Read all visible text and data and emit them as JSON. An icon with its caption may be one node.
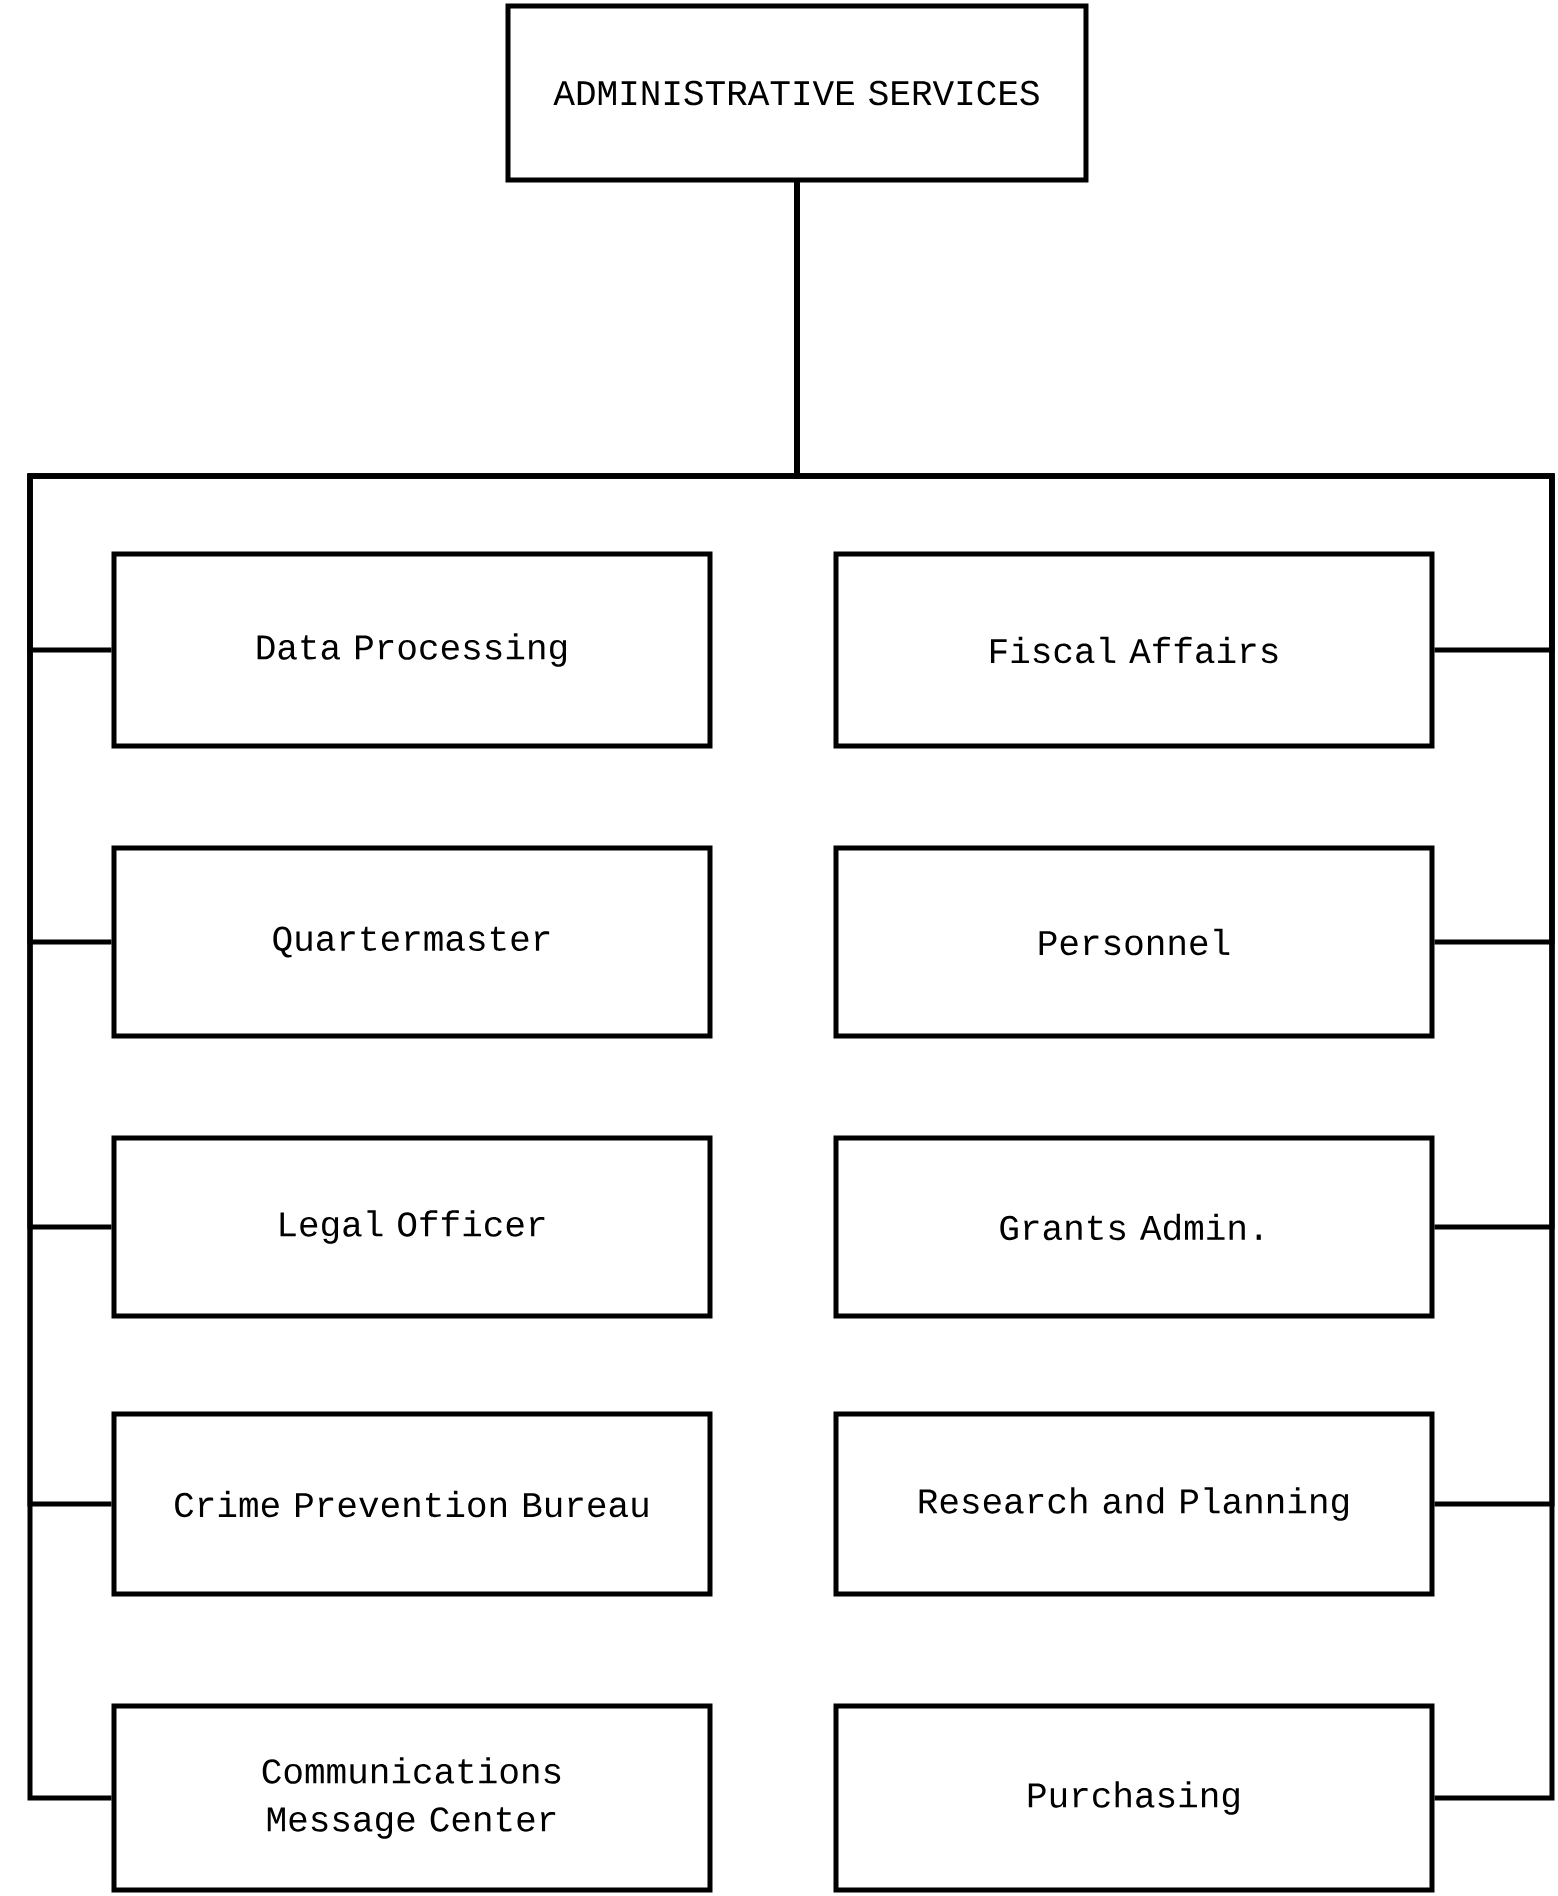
{
  "diagram": {
    "nodes": [
      {
        "text": [
          "ADMINISTRATIVE SERVICES"
        ]
      },
      {
        "text": [
          "Data Processing"
        ]
      },
      {
        "text": [
          "Fiscal Affairs"
        ]
      },
      {
        "text": [
          "Quartermaster"
        ]
      },
      {
        "text": [
          "Personnel"
        ]
      },
      {
        "text": [
          "Legal Officer"
        ]
      },
      {
        "text": [
          "Grants Admin."
        ]
      },
      {
        "text": [
          "Crime Prevention Bureau"
        ]
      },
      {
        "text": [
          "Research and Planning"
        ]
      },
      {
        "text": [
          "Communications Message Center"
        ]
      },
      {
        "text": [
          "Purchasing"
        ]
      }
    ],
    "edges": [
      {
        "from": 0,
        "to": 1,
        "arrow": "none"
      },
      {
        "from": 0,
        "to": 2,
        "arrow": "none"
      },
      {
        "from": 0,
        "to": 3,
        "arrow": "none"
      },
      {
        "from": 0,
        "to": 4,
        "arrow": "none"
      },
      {
        "from": 0,
        "to": 5,
        "arrow": "none"
      },
      {
        "from": 0,
        "to": 6,
        "arrow": "none"
      },
      {
        "from": 0,
        "to": 7,
        "arrow": "none"
      },
      {
        "from": 0,
        "to": 8,
        "arrow": "none"
      },
      {
        "from": 0,
        "to": 9,
        "arrow": "none"
      },
      {
        "from": 0,
        "to": 10,
        "arrow": "none"
      }
    ]
  }
}
